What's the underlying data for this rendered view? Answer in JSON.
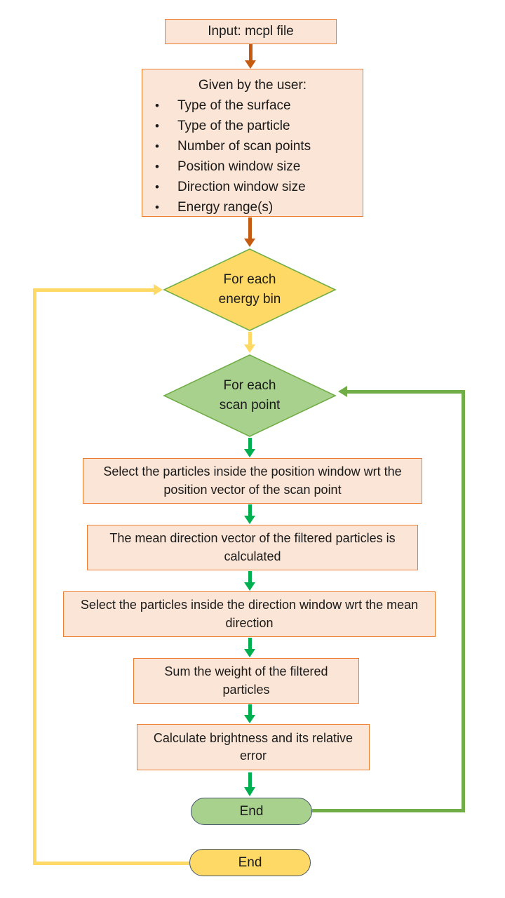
{
  "colors": {
    "background": "#FFFFFF",
    "text": "#1A1A1A",
    "box_fill": "#FBE5D6",
    "box_border": "#ED7D31",
    "orange_arrow": "#C55A11",
    "yellow_fill": "#FFD966",
    "yellow_line": "#FFD966",
    "green_fill": "#A9D18E",
    "diamond_border": "#70AD47",
    "green_arrow": "#00B050",
    "green_line": "#70AD47",
    "terminator_border": "#44546A"
  },
  "nodes": {
    "input": {
      "label": "Input: mcpl file"
    },
    "user_input": {
      "title": "Given by the user:",
      "bullet": "•",
      "items": [
        "Type of the surface",
        "Type of the particle",
        "Number of scan points",
        "Position window size",
        "Direction window size",
        "Energy range(s)"
      ]
    },
    "energy_loop": {
      "line1": "For each",
      "line2": "energy bin"
    },
    "scan_loop": {
      "line1": "For each",
      "line2": "scan point"
    },
    "select_position": "Select the particles inside the position window wrt the position vector of the scan point",
    "mean_direction": "The mean direction vector of the filtered particles is calculated",
    "select_direction": "Select the particles inside the direction window wrt the mean direction",
    "sum_weight": "Sum the weight of the filtered particles",
    "calc_brightness": "Calculate brightness and its relative error",
    "end_scan_loop": "End",
    "end_energy_loop": "End"
  }
}
